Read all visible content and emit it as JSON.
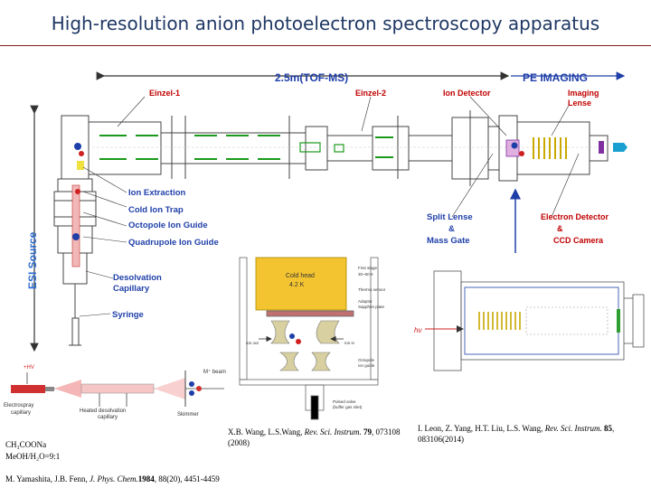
{
  "title": "High-resolution anion photoelectron spectroscopy apparatus",
  "labels": {
    "tof_ms": "2.5m(TOF-MS)",
    "pe_imaging": "PE IMAGING",
    "einzel1": "Einzel-1",
    "einzel2": "Einzel-2",
    "ion_detector": "Ion Detector",
    "imaging_lense_1": "Imaging",
    "imaging_lense_2": "Lense",
    "ion_extraction": "Ion Extraction",
    "cold_ion_trap": "Cold Ion Trap",
    "octopole_guide": "Octopole Ion Guide",
    "quadrupole_guide": "Quadrupole Ion Guide",
    "esi_source": "ESI Source",
    "desolvation_1": "Desolvation",
    "desolvation_2": "Capillary",
    "syringe": "Syringe",
    "split_lense_1": "Split Lense",
    "split_lense_2": "&",
    "split_lense_3": "Mass Gate",
    "electron_detector_1": "Electron Detector",
    "electron_detector_2": "&",
    "electron_detector_3": "CCD Camera"
  },
  "inset_esi": {
    "hv": "+HV",
    "mbeam": "M⁺ beam",
    "electrospray_1": "Electrospray",
    "electrospray_2": "capillary",
    "heated_1": "Heated desolvation",
    "heated_2": "capillary",
    "skimmer": "Skimmer",
    "sample_1": "CH₃COONa",
    "sample_2": "MeOH/H₂O=9:1"
  },
  "inset_trap": {
    "cold_head_1": "Cold head",
    "cold_head_2": "4.2 K",
    "first_stage_1": "First stage",
    "first_stage_2": "30~50 K",
    "thermo_sensor": "Thermo sensor",
    "sapphire_1": "Adaptor",
    "sapphire_2": "Sapphire plate",
    "ion_out": "Ion out",
    "ion_in": "Ion in",
    "octopole_1": "Octopole",
    "octopole_2": "ion guide",
    "pulsed_1": "Pulsed valve",
    "pulsed_2": "(buffer gas inlet)"
  },
  "inset_imaging": {
    "h_nu": "hν"
  },
  "references": {
    "wang_authors": "X.B. Wang, L.S.Wang,",
    "wang_journal": "Rev. Sci. Instrum.",
    "wang_vol": "79",
    "wang_rest": ", 073108 (2008)",
    "leon_authors": "I. Leon, Z. Yang, H.T. Liu, L.S. Wang,",
    "leon_journal": "Rev. Sci. Instrum.",
    "leon_vol": "85",
    "leon_rest": ", 083106(2014)",
    "yamashita_authors": "M. Yamashita, J.B. Fenn,",
    "yamashita_journal": "J. Phys. Chem.",
    "yamashita_year": "1984",
    "yamashita_rest": ", 88(20), 4451-4459"
  }
}
